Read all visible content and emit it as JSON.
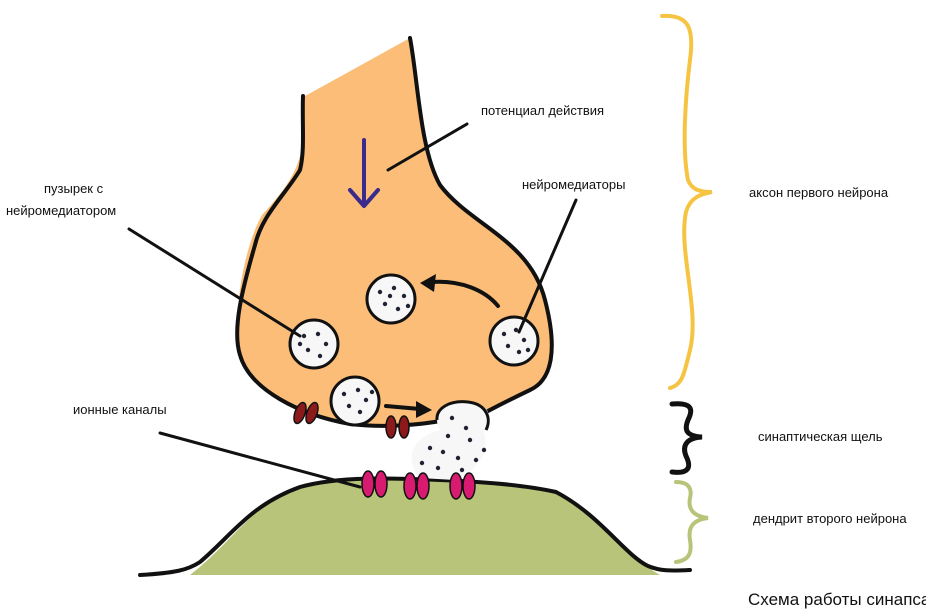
{
  "labels": {
    "action_potential": "потенциал действия",
    "vesicle_line1": "пузырек с",
    "vesicle_line2": "нейромедиатором",
    "neurotransmitters": "нейромедиаторы",
    "ion_channels": "ионные каналы",
    "axon": "аксон первого нейрона",
    "synaptic_cleft": "синаптическая щель",
    "dendrite": "дендрит второго нейрона",
    "caption": "Схема работы синапса"
  },
  "colors": {
    "axon_fill": "#fbbd77",
    "dendrite_fill": "#b7c47a",
    "outline": "#111111",
    "vesicle_fill": "#f7f7f7",
    "action_potential_arrow": "#3a2a8c",
    "ion_channel_presynaptic": "#8c1a1a",
    "ion_channel_postsynaptic": "#d81b70",
    "brace_axon": "#f6c443",
    "brace_cleft": "#111111",
    "brace_dendrite": "#b7c47a"
  }
}
